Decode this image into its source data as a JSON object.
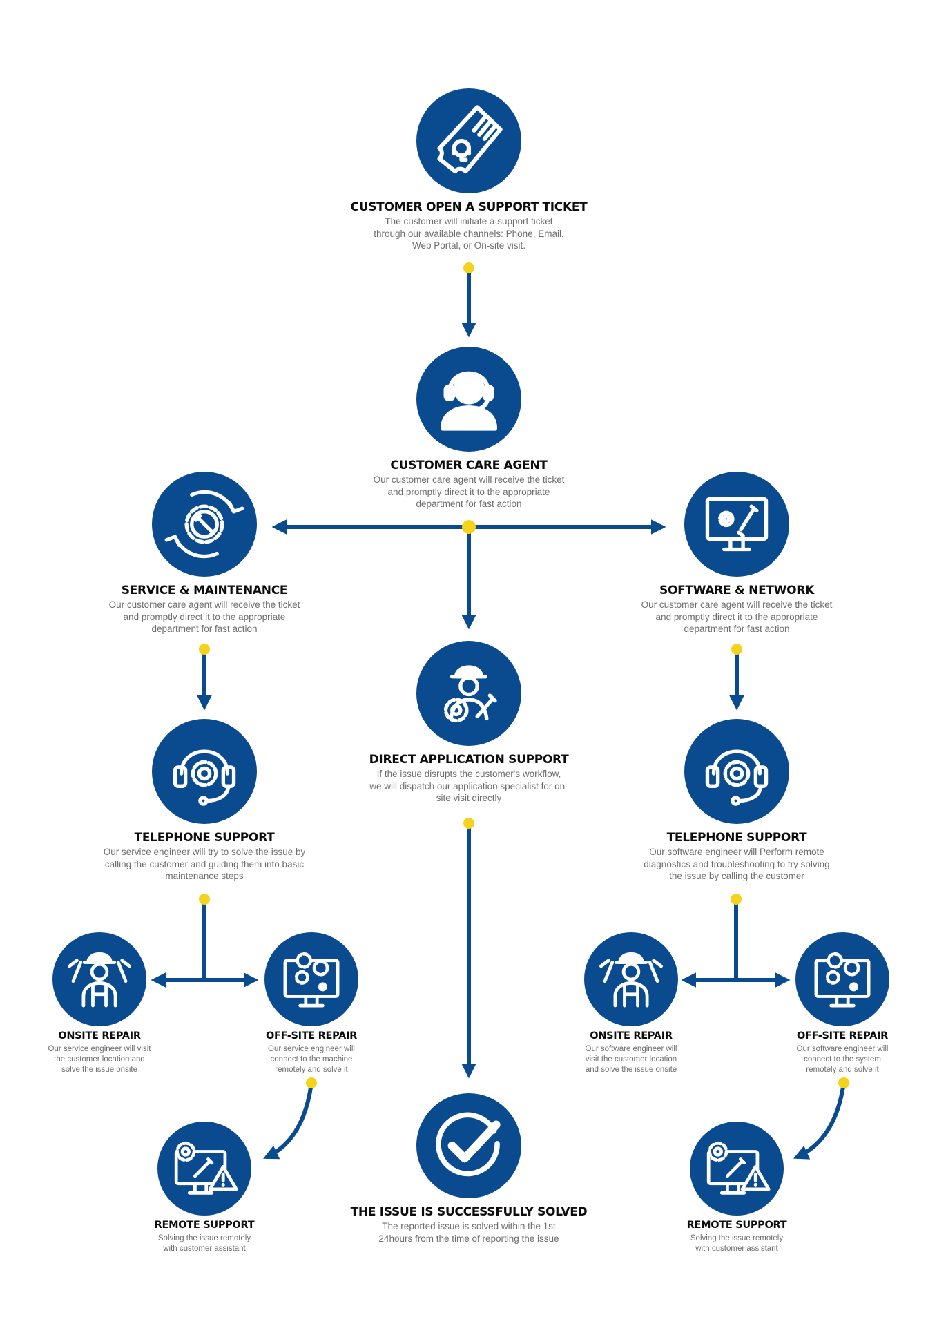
{
  "colors": {
    "primary": "#0a4b8f",
    "dot": "#f5d21b",
    "title": "#0d0d0d",
    "text": "#6e6e6e"
  },
  "nodes": {
    "ticket": {
      "icon": "ticket-headset-icon",
      "title": "CUSTOMER OPEN A SUPPORT TICKET",
      "desc": [
        "The customer will initiate a support ticket",
        "through our available channels: Phone, Email,",
        "Web Portal, or On-site visit."
      ]
    },
    "agent": {
      "icon": "headset-agent-icon",
      "title": "CUSTOMER CARE AGENT",
      "desc": [
        "Our customer care agent will receive the ticket",
        "and promptly direct it to the appropriate",
        "department for fast action"
      ]
    },
    "service": {
      "icon": "gear-wrench-cycle-icon",
      "title": "SERVICE & MAINTENANCE",
      "desc": [
        "Our customer care agent will receive the ticket",
        "and promptly direct it to the appropriate",
        "department for fast action"
      ]
    },
    "software": {
      "icon": "monitor-gear-wrench-icon",
      "title": "SOFTWARE & NETWORK",
      "desc": [
        "Our customer care agent will receive the ticket",
        "and promptly direct it to the appropriate",
        "department for fast action"
      ]
    },
    "direct": {
      "icon": "engineer-gear-icon",
      "title": "DIRECT APPLICATION SUPPORT",
      "desc": [
        "If the issue disrupts the customer's workflow,",
        "we will dispatch our application specialist for on-",
        "site visit directly"
      ]
    },
    "tel_left": {
      "icon": "headset-gear-icon",
      "title": "TELEPHONE SUPPORT",
      "desc": [
        "Our service engineer will try to solve the issue by",
        "calling the customer and guiding them into basic",
        "maintenance steps"
      ]
    },
    "tel_right": {
      "icon": "headset-gear-icon",
      "title": "TELEPHONE SUPPORT",
      "desc": [
        "Our software engineer will Perform remote",
        "diagnostics and troubleshooting to try solving",
        "the issue by calling the customer"
      ]
    },
    "onsite_left": {
      "icon": "repairman-icon",
      "title": "ONSITE  REPAIR",
      "desc": [
        "Our service engineer will visit",
        "the customer location and",
        "solve the issue onsite"
      ]
    },
    "offsite_left": {
      "icon": "monitor-gears-icon",
      "title": "OFF-SITE  REPAIR",
      "desc": [
        "Our service engineer will",
        "connect to the machine",
        "remotely and solve it"
      ]
    },
    "onsite_right": {
      "icon": "repairman-icon",
      "title": "ONSITE  REPAIR",
      "desc": [
        "Our software engineer will",
        "visit the customer location",
        "and solve the issue onsite"
      ]
    },
    "offsite_right": {
      "icon": "monitor-gears-icon",
      "title": "OFF-SITE  REPAIR",
      "desc": [
        "Our software engineer will",
        "connect to the system",
        "remotely and solve it"
      ]
    },
    "remote_left": {
      "icon": "remote-support-icon",
      "title": "REMOTE SUPPORT",
      "desc": [
        "Solving the issue remotely",
        "with customer assistant"
      ]
    },
    "remote_right": {
      "icon": "remote-support-icon",
      "title": "REMOTE SUPPORT",
      "desc": [
        "Solving the issue remotely",
        "with customer assistant"
      ]
    },
    "solved": {
      "icon": "checkmark-icon",
      "title": "THE ISSUE IS SUCCESSFULLY SOLVED",
      "desc": [
        "The reported issue is solved within the 1st",
        "24hours from the time of reporting the issue"
      ]
    }
  }
}
